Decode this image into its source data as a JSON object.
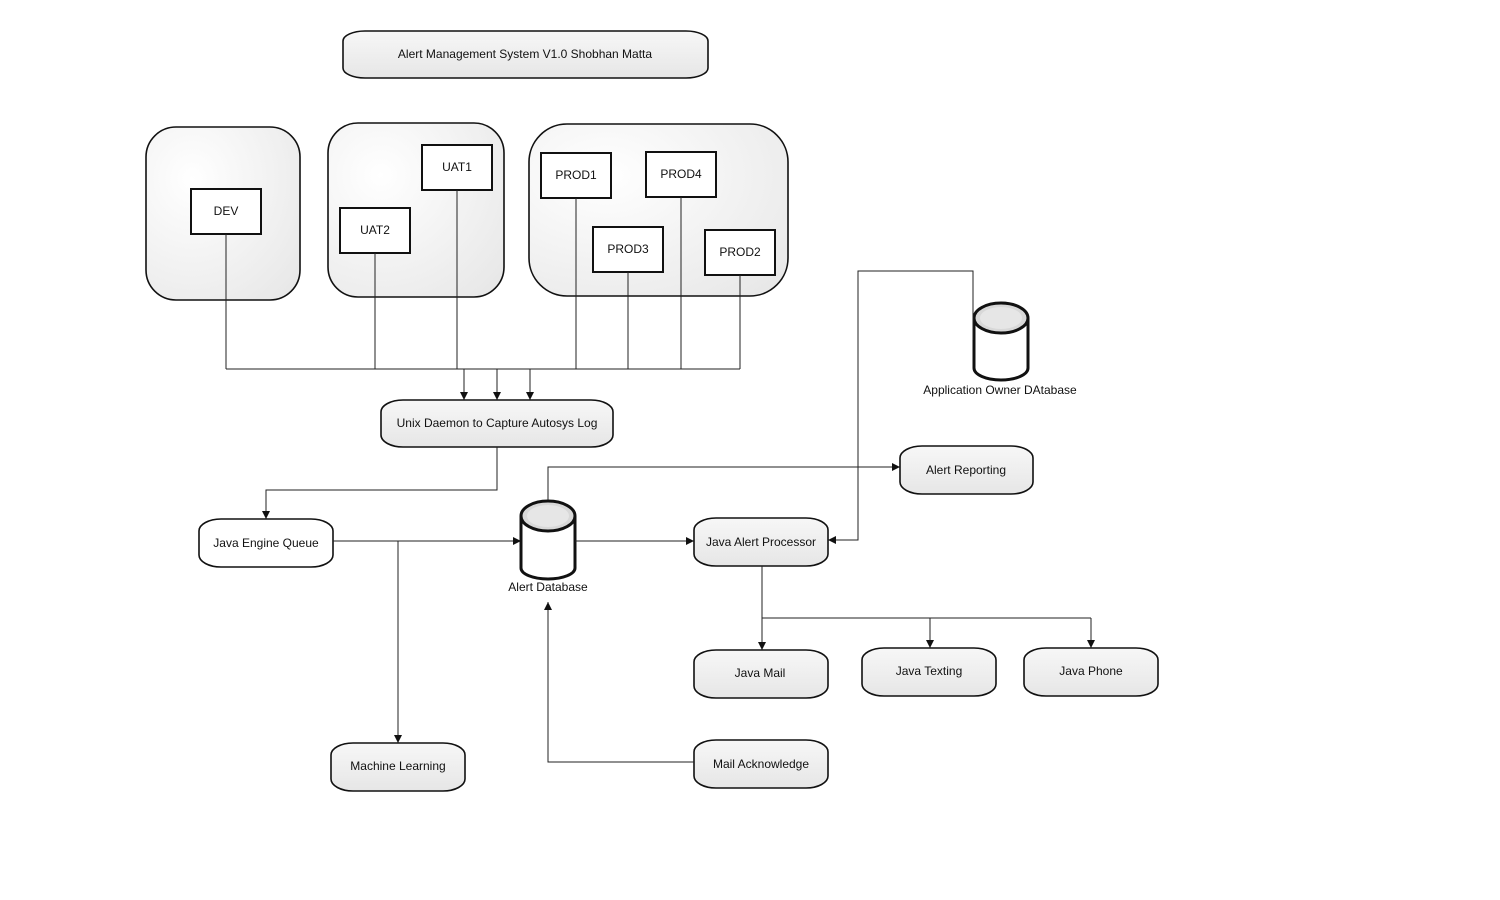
{
  "title": "Alert Management System V1.0 Shobhan Matta",
  "environments": {
    "dev": [
      "DEV"
    ],
    "uat": [
      "UAT1",
      "UAT2"
    ],
    "prod": [
      "PROD1",
      "PROD4",
      "PROD3",
      "PROD2"
    ]
  },
  "nodes": {
    "unix_daemon": "Unix Daemon to Capture Autosys Log",
    "java_engine_queue": "Java Engine Queue",
    "alert_database": "Alert Database",
    "java_alert_processor": "Java Alert Processor",
    "alert_reporting": "Alert Reporting",
    "application_owner_database": "Application Owner DAtabase",
    "java_mail": "Java Mail",
    "java_texting": "Java Texting",
    "java_phone": "Java Phone",
    "machine_learning": "Machine Learning",
    "mail_acknowledge": "Mail Acknowledge"
  },
  "colors": {
    "stroke": "#111111",
    "fill_light": "#efefef",
    "fill_white": "#ffffff"
  }
}
